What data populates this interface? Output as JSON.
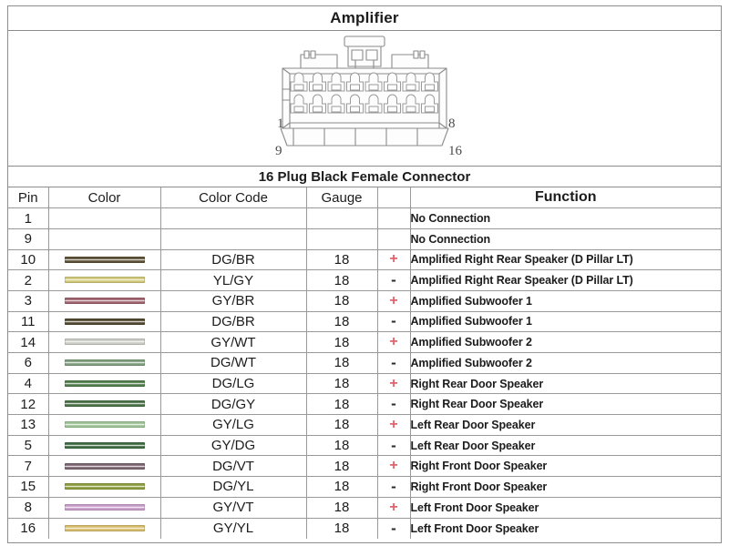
{
  "document": {
    "title": "Amplifier",
    "connector_caption": "16 Plug Black Female Connector"
  },
  "connector": {
    "name": "16-pin-female-connector",
    "corner_labels": {
      "top_left": "1",
      "top_right": "8",
      "bottom_left": "9",
      "bottom_right": "16"
    },
    "rows": 2,
    "columns": 8
  },
  "table": {
    "headers": [
      "Pin",
      "Color",
      "Color Code",
      "Gauge",
      "",
      "Function"
    ],
    "polarity_colors": {
      "plus": "#e0626b",
      "minus": "#2a2a2a"
    },
    "rows": [
      {
        "pin": "1",
        "swatch": "",
        "code": "",
        "gauge": "",
        "polarity": "",
        "function": "No Connection"
      },
      {
        "pin": "9",
        "swatch": "",
        "code": "",
        "gauge": "",
        "polarity": "",
        "function": "No Connection"
      },
      {
        "pin": "10",
        "swatch": "#5d5137",
        "code": "DG/BR",
        "gauge": "18",
        "polarity": "+",
        "function": "Amplified Right Rear Speaker (D Pillar LT)"
      },
      {
        "pin": "2",
        "swatch": "#cfc878",
        "code": "YL/GY",
        "gauge": "18",
        "polarity": "-",
        "function": "Amplified Right Rear Speaker (D Pillar LT)"
      },
      {
        "pin": "3",
        "swatch": "#9e636e",
        "code": "GY/BR",
        "gauge": "18",
        "polarity": "+",
        "function": "Amplified Subwoofer 1"
      },
      {
        "pin": "11",
        "swatch": "#514830",
        "code": "DG/BR",
        "gauge": "18",
        "polarity": "-",
        "function": "Amplified Subwoofer 1"
      },
      {
        "pin": "14",
        "swatch": "#c9cbc5",
        "code": "GY/WT",
        "gauge": "18",
        "polarity": "+",
        "function": "Amplified Subwoofer 2"
      },
      {
        "pin": "6",
        "swatch": "#7e9d7c",
        "code": "DG/WT",
        "gauge": "18",
        "polarity": "-",
        "function": "Amplified Subwoofer 2"
      },
      {
        "pin": "4",
        "swatch": "#4f7c4a",
        "code": "DG/LG",
        "gauge": "18",
        "polarity": "+",
        "function": "Right Rear Door Speaker"
      },
      {
        "pin": "12",
        "swatch": "#4a7048",
        "code": "DG/GY",
        "gauge": "18",
        "polarity": "-",
        "function": "Right Rear Door Speaker"
      },
      {
        "pin": "13",
        "swatch": "#9cc295",
        "code": "GY/LG",
        "gauge": "18",
        "polarity": "+",
        "function": "Left Rear Door Speaker"
      },
      {
        "pin": "5",
        "swatch": "#3f6b42",
        "code": "GY/DG",
        "gauge": "18",
        "polarity": "-",
        "function": "Left Rear Door Speaker"
      },
      {
        "pin": "7",
        "swatch": "#7a6470",
        "code": "DG/VT",
        "gauge": "18",
        "polarity": "+",
        "function": "Right Front  Door Speaker"
      },
      {
        "pin": "15",
        "swatch": "#8a9c3c",
        "code": "DG/YL",
        "gauge": "18",
        "polarity": "-",
        "function": "Right Front  Door Speaker"
      },
      {
        "pin": "8",
        "swatch": "#c79bc8",
        "code": "GY/VT",
        "gauge": "18",
        "polarity": "+",
        "function": "Left Front  Door Speaker"
      },
      {
        "pin": "16",
        "swatch": "#d6bc6b",
        "code": "GY/YL",
        "gauge": "18",
        "polarity": "-",
        "function": "Left Front  Door Speaker"
      }
    ]
  }
}
